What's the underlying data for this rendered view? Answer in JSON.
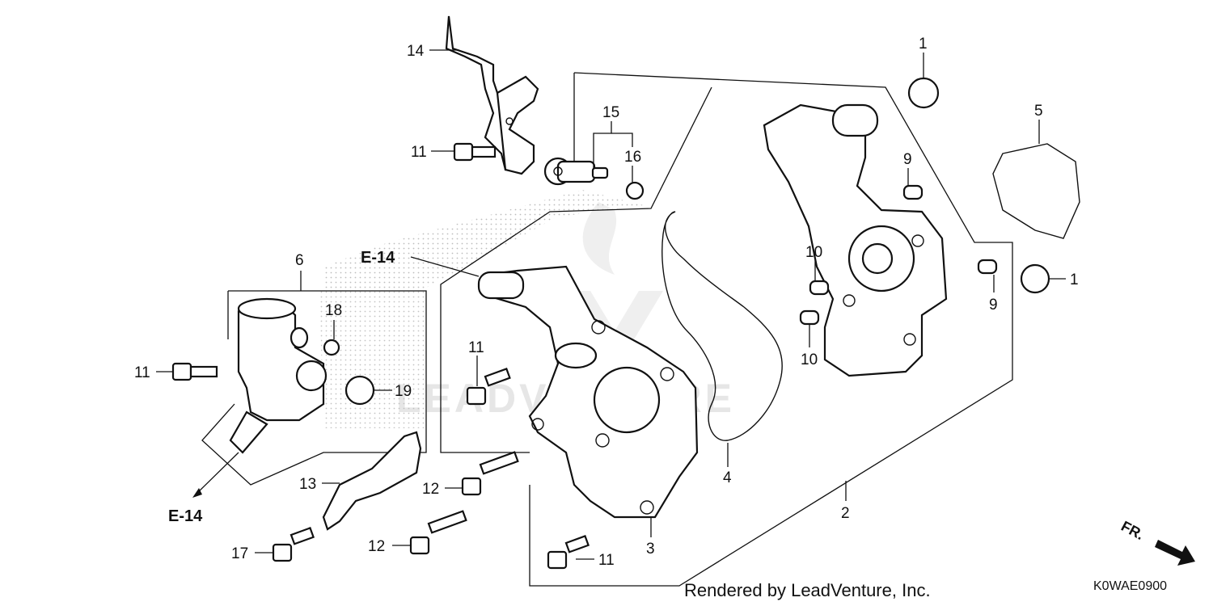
{
  "callouts": {
    "c1a": "1",
    "c1b": "1",
    "c2": "2",
    "c3": "3",
    "c4": "4",
    "c5": "5",
    "c6": "6",
    "c9a": "9",
    "c9b": "9",
    "c10a": "10",
    "c10b": "10",
    "c11a": "11",
    "c11b": "11",
    "c11c": "11",
    "c11d": "11",
    "c12a": "12",
    "c12b": "12",
    "c13": "13",
    "c14": "14",
    "c15": "15",
    "c16": "16",
    "c17": "17",
    "c18": "18",
    "c19": "19"
  },
  "refs": {
    "e14_top": "E-14",
    "e14_bottom": "E-14"
  },
  "direction": "FR.",
  "footer": {
    "credit": "Rendered by LeadVenture, Inc.",
    "diagram_code": "K0WAE0900"
  },
  "watermark": "LEADVENTURE",
  "colors": {
    "ink": "#111111",
    "watermark": "#e6e6e6",
    "stipple": "#bdbdbd"
  }
}
